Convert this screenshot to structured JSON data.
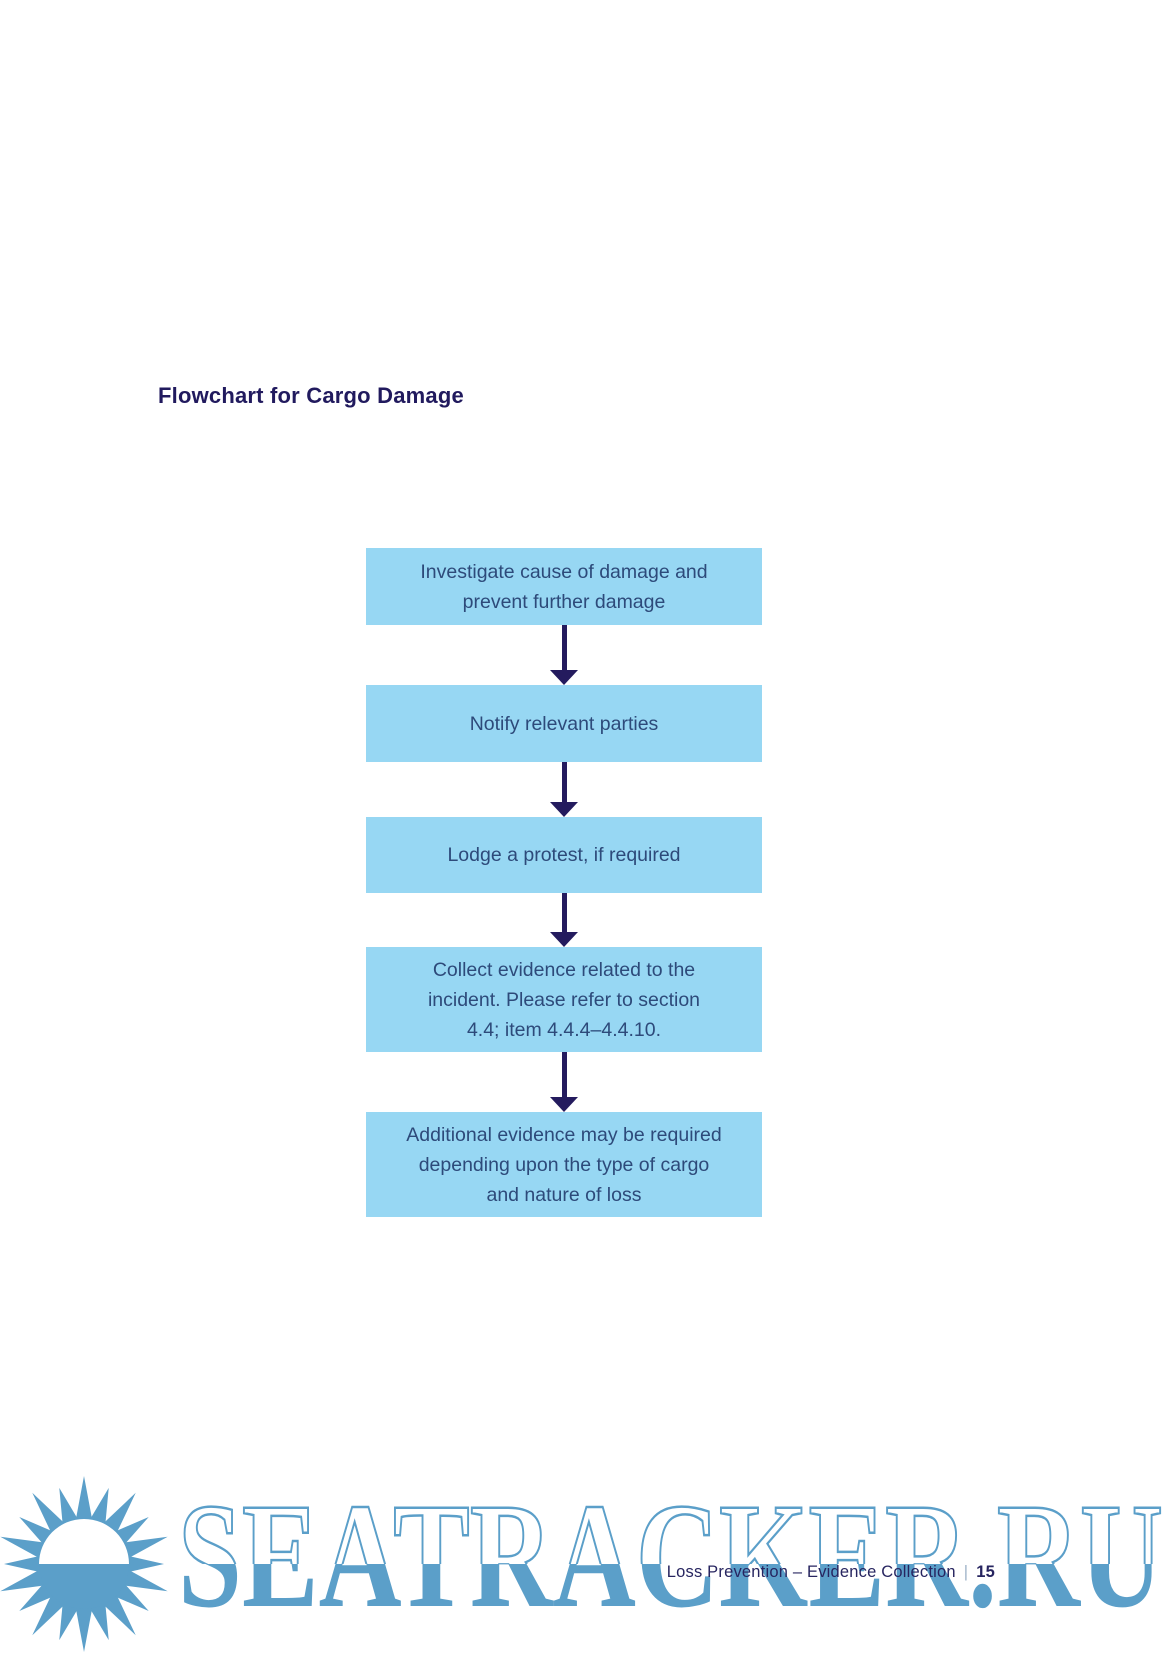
{
  "page": {
    "title": "Flowchart for Cargo Damage"
  },
  "flowchart": {
    "steps": [
      {
        "label": "Investigate cause of damage and\nprevent further damage"
      },
      {
        "label": "Notify relevant parties"
      },
      {
        "label": "Lodge a protest, if required"
      },
      {
        "label": "Collect evidence related to the\nincident. Please refer to section\n4.4; item 4.4.4–4.4.10."
      },
      {
        "label": "Additional evidence may be required\ndepending upon the type of cargo\nand nature of loss"
      }
    ]
  },
  "footer": {
    "label": "Loss Prevention – Evidence Collection",
    "separator": "|",
    "page_number": "15"
  },
  "watermark": {
    "text": "SEATRACKER.RU"
  },
  "colors": {
    "box_fill": "#97d7f3",
    "box_text": "#2d4a7a",
    "arrow": "#241b5e",
    "title_text": "#211a5e",
    "footer_text": "#272560",
    "watermark_blue": "#5b9fc9"
  }
}
